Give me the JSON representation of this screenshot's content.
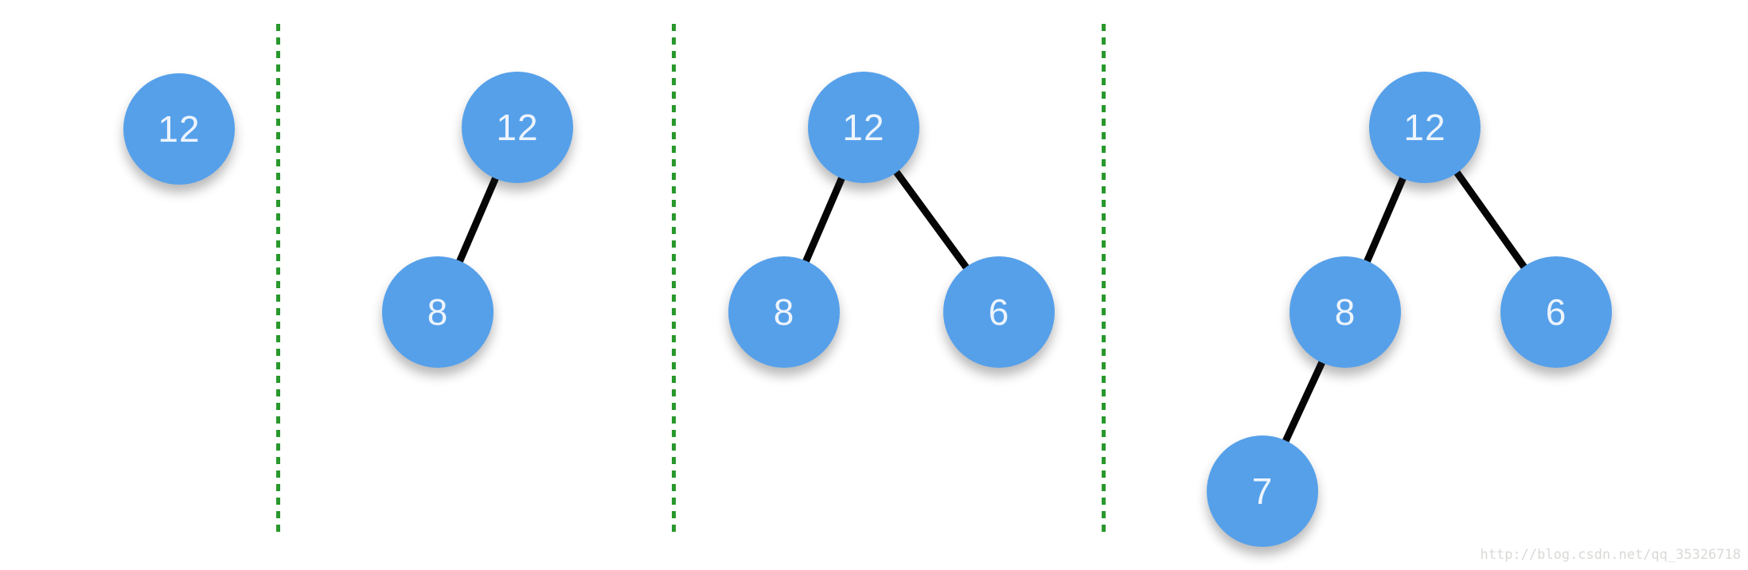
{
  "colors": {
    "node_fill": "#56a0ea",
    "node_text": "#edf4fd",
    "edge_black": "#050505",
    "divider_green": "#28982c",
    "watermark_gray": "#d9d9d6"
  },
  "watermark": {
    "text": "http://blog.csdn.net/qq_35326718"
  },
  "panels": [
    {
      "step": 1,
      "nodes": [
        {
          "id": "12",
          "label": "12"
        }
      ],
      "edges": []
    },
    {
      "step": 2,
      "nodes": [
        {
          "id": "12",
          "label": "12"
        },
        {
          "id": "8",
          "label": "8"
        }
      ],
      "edges": [
        {
          "from": "12",
          "to": "8"
        }
      ]
    },
    {
      "step": 3,
      "nodes": [
        {
          "id": "12",
          "label": "12"
        },
        {
          "id": "8",
          "label": "8"
        },
        {
          "id": "6",
          "label": "6"
        }
      ],
      "edges": [
        {
          "from": "12",
          "to": "8"
        },
        {
          "from": "12",
          "to": "6"
        }
      ]
    },
    {
      "step": 4,
      "nodes": [
        {
          "id": "12",
          "label": "12"
        },
        {
          "id": "8",
          "label": "8"
        },
        {
          "id": "6",
          "label": "6"
        },
        {
          "id": "7",
          "label": "7"
        }
      ],
      "edges": [
        {
          "from": "12",
          "to": "8"
        },
        {
          "from": "12",
          "to": "6"
        },
        {
          "from": "8",
          "to": "7"
        }
      ]
    }
  ]
}
